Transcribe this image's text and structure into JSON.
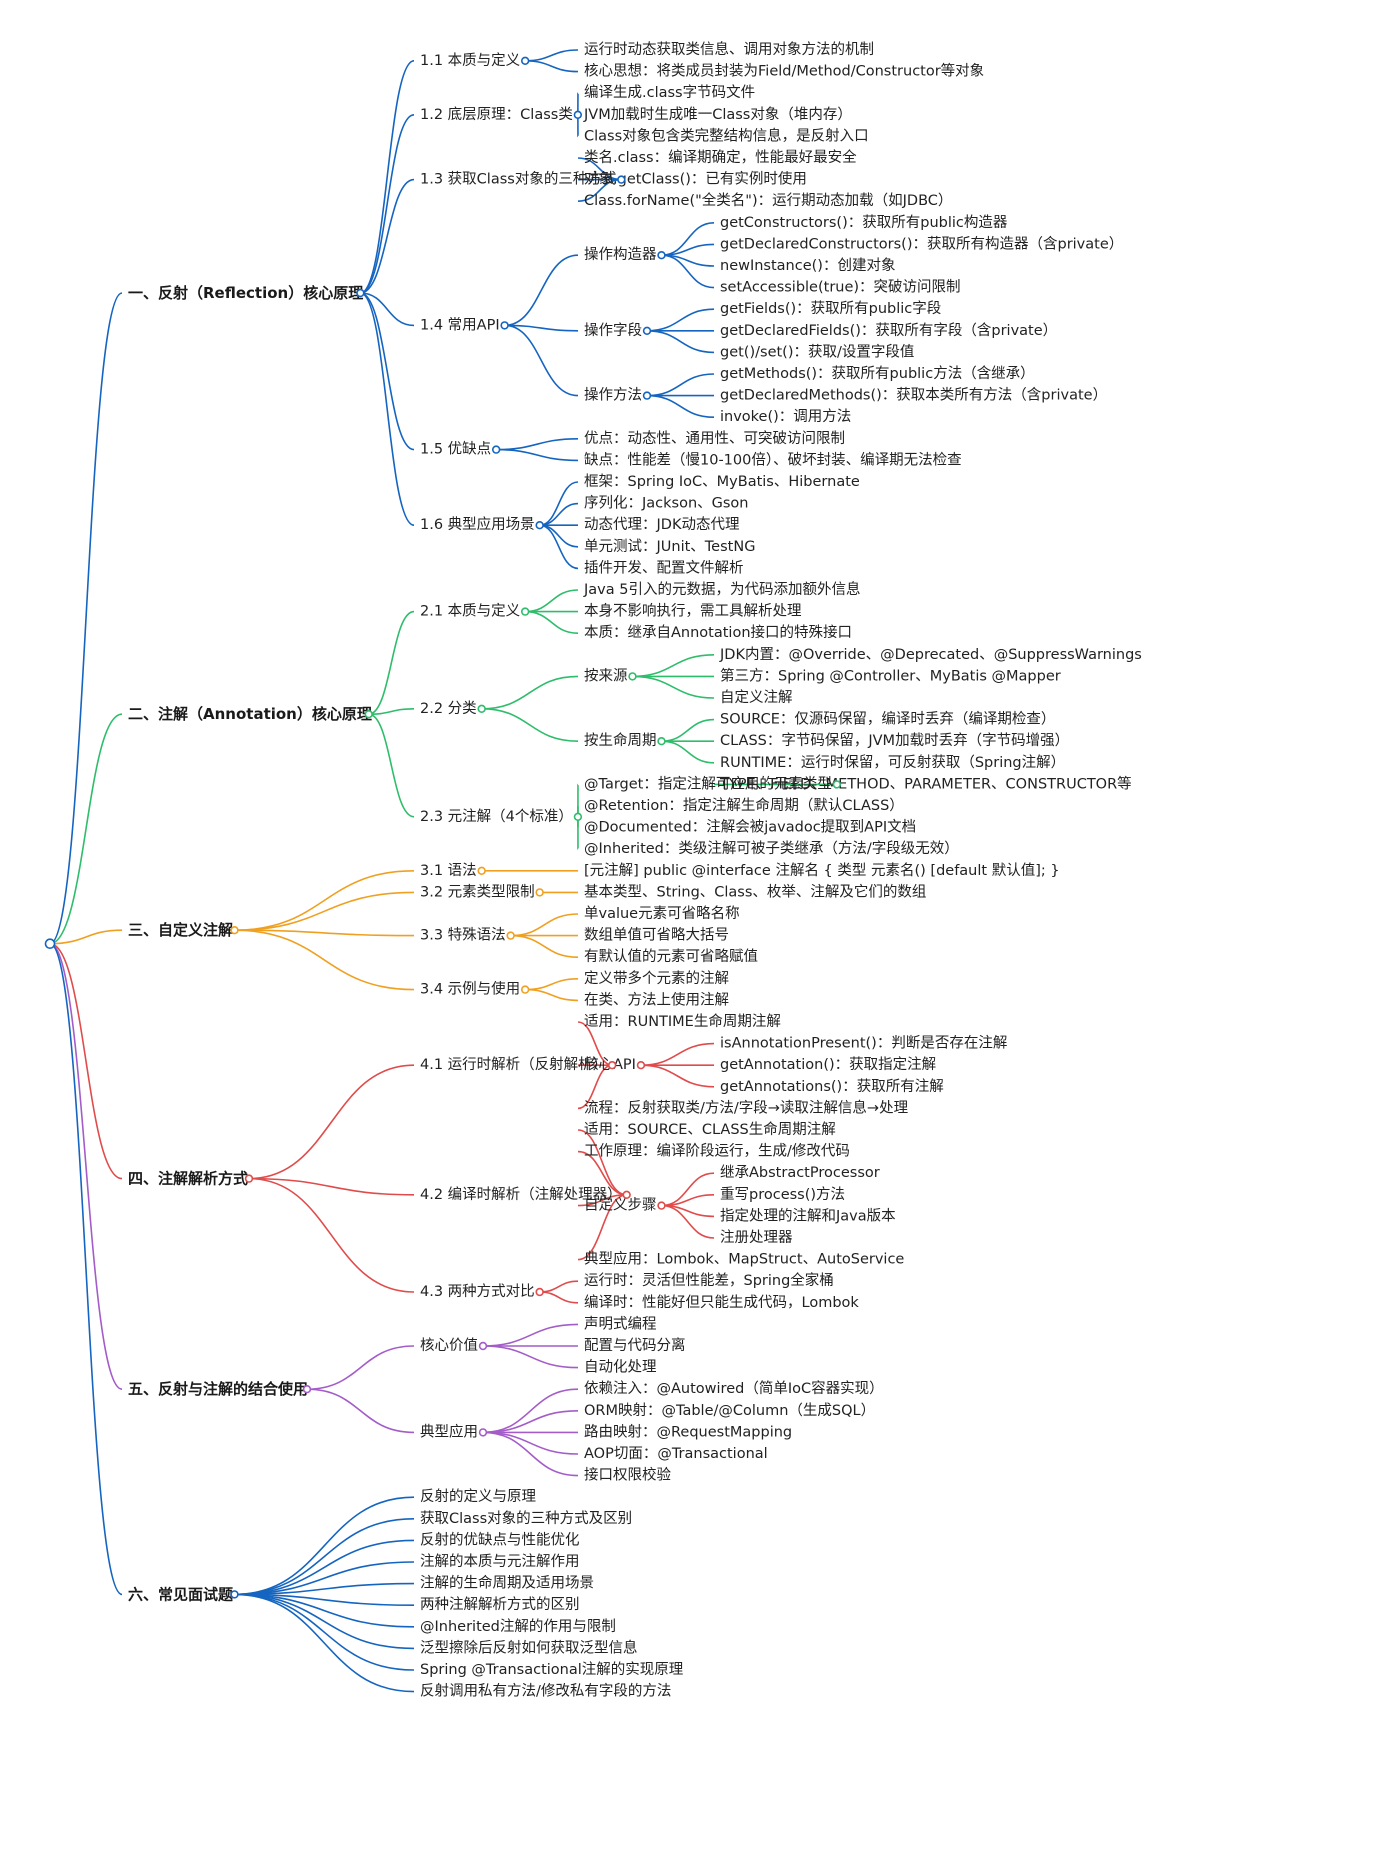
{
  "root": {
    "label": "",
    "color": "#1565c0"
  },
  "sections": [
    {
      "label": "一、反射（Reflection）核心原理",
      "color": "#1565c0",
      "children": [
        {
          "label": "1.1 本质与定义",
          "children": [
            {
              "label": "运行时动态获取类信息、调用对象方法的机制"
            },
            {
              "label": "核心思想：将类成员封装为Field/Method/Constructor等对象"
            }
          ]
        },
        {
          "label": "1.2 底层原理：Class类",
          "children": [
            {
              "label": "编译生成.class字节码文件"
            },
            {
              "label": "JVM加载时生成唯一Class对象（堆内存）"
            },
            {
              "label": "Class对象包含类完整结构信息，是反射入口"
            }
          ]
        },
        {
          "label": "1.3 获取Class对象的三种方式",
          "children": [
            {
              "label": "类名.class：编译期确定，性能最好最安全"
            },
            {
              "label": "对象.getClass()：已有实例时使用"
            },
            {
              "label": "Class.forName(\"全类名\")：运行期动态加载（如JDBC）"
            }
          ]
        },
        {
          "label": "1.4 常用API",
          "children": [
            {
              "label": "操作构造器",
              "children": [
                {
                  "label": "getConstructors()：获取所有public构造器"
                },
                {
                  "label": "getDeclaredConstructors()：获取所有构造器（含private）"
                },
                {
                  "label": "newInstance()：创建对象"
                },
                {
                  "label": "setAccessible(true)：突破访问限制"
                }
              ]
            },
            {
              "label": "操作字段",
              "children": [
                {
                  "label": "getFields()：获取所有public字段"
                },
                {
                  "label": "getDeclaredFields()：获取所有字段（含private）"
                },
                {
                  "label": "get()/set()：获取/设置字段值"
                }
              ]
            },
            {
              "label": "操作方法",
              "children": [
                {
                  "label": "getMethods()：获取所有public方法（含继承）"
                },
                {
                  "label": "getDeclaredMethods()：获取本类所有方法（含private）"
                },
                {
                  "label": "invoke()：调用方法"
                }
              ]
            }
          ]
        },
        {
          "label": "1.5 优缺点",
          "children": [
            {
              "label": "优点：动态性、通用性、可突破访问限制"
            },
            {
              "label": "缺点：性能差（慢10-100倍）、破坏封装、编译期无法检查"
            }
          ]
        },
        {
          "label": "1.6 典型应用场景",
          "children": [
            {
              "label": "框架：Spring IoC、MyBatis、Hibernate"
            },
            {
              "label": "序列化：Jackson、Gson"
            },
            {
              "label": "动态代理：JDK动态代理"
            },
            {
              "label": "单元测试：JUnit、TestNG"
            },
            {
              "label": "插件开发、配置文件解析"
            }
          ]
        }
      ]
    },
    {
      "label": "二、注解（Annotation）核心原理",
      "color": "#2ebd6b",
      "children": [
        {
          "label": "2.1 本质与定义",
          "children": [
            {
              "label": "Java 5引入的元数据，为代码添加额外信息"
            },
            {
              "label": "本身不影响执行，需工具解析处理"
            },
            {
              "label": "本质：继承自Annotation接口的特殊接口"
            }
          ]
        },
        {
          "label": "2.2 分类",
          "children": [
            {
              "label": "按来源",
              "children": [
                {
                  "label": "JDK内置：@Override、@Deprecated、@SuppressWarnings"
                },
                {
                  "label": "第三方：Spring @Controller、MyBatis @Mapper"
                },
                {
                  "label": "自定义注解"
                }
              ]
            },
            {
              "label": "按生命周期",
              "children": [
                {
                  "label": "SOURCE：仅源码保留，编译时丢弃（编译期检查）"
                },
                {
                  "label": "CLASS：字节码保留，JVM加载时丢弃（字节码增强）"
                },
                {
                  "label": "RUNTIME：运行时保留，可反射获取（Spring注解）"
                }
              ]
            }
          ]
        },
        {
          "label": "2.3 元注解（4个标准）",
          "children": [
            {
              "label": "@Target：指定注解可应用的元素类型",
              "children": [
                {
                  "label": "TYPE、FIELD、METHOD、PARAMETER、CONSTRUCTOR等"
                }
              ]
            },
            {
              "label": "@Retention：指定注解生命周期（默认CLASS）"
            },
            {
              "label": "@Documented：注解会被javadoc提取到API文档"
            },
            {
              "label": "@Inherited：类级注解可被子类继承（方法/字段级无效）"
            }
          ]
        }
      ]
    },
    {
      "label": "三、自定义注解",
      "color": "#f0a020",
      "children": [
        {
          "label": "3.1 语法",
          "children": [
            {
              "label": "[元注解] public @interface 注解名 { 类型 元素名() [default 默认值]; }"
            }
          ]
        },
        {
          "label": "3.2 元素类型限制",
          "children": [
            {
              "label": "基本类型、String、Class、枚举、注解及它们的数组"
            }
          ]
        },
        {
          "label": "3.3 特殊语法",
          "children": [
            {
              "label": "单value元素可省略名称"
            },
            {
              "label": "数组单值可省略大括号"
            },
            {
              "label": "有默认值的元素可省略赋值"
            }
          ]
        },
        {
          "label": "3.4 示例与使用",
          "children": [
            {
              "label": "定义带多个元素的注解"
            },
            {
              "label": "在类、方法上使用注解"
            }
          ]
        }
      ]
    },
    {
      "label": "四、注解解析方式",
      "color": "#e04b4b",
      "children": [
        {
          "label": "4.1 运行时解析（反射解析）",
          "children": [
            {
              "label": "适用：RUNTIME生命周期注解"
            },
            {
              "label": "核心API",
              "children": [
                {
                  "label": "isAnnotationPresent()：判断是否存在注解"
                },
                {
                  "label": "getAnnotation()：获取指定注解"
                },
                {
                  "label": "getAnnotations()：获取所有注解"
                }
              ]
            },
            {
              "label": "流程：反射获取类/方法/字段→读取注解信息→处理"
            }
          ]
        },
        {
          "label": "4.2 编译时解析（注解处理器）",
          "children": [
            {
              "label": "适用：SOURCE、CLASS生命周期注解"
            },
            {
              "label": "工作原理：编译阶段运行，生成/修改代码"
            },
            {
              "label": "自定义步骤",
              "children": [
                {
                  "label": "继承AbstractProcessor"
                },
                {
                  "label": "重写process()方法"
                },
                {
                  "label": "指定处理的注解和Java版本"
                },
                {
                  "label": "注册处理器"
                }
              ]
            },
            {
              "label": "典型应用：Lombok、MapStruct、AutoService"
            }
          ]
        },
        {
          "label": "4.3 两种方式对比",
          "children": [
            {
              "label": "运行时：灵活但性能差，Spring全家桶"
            },
            {
              "label": "编译时：性能好但只能生成代码，Lombok"
            }
          ]
        }
      ]
    },
    {
      "label": "五、反射与注解的结合使用",
      "color": "#a45cc9",
      "children": [
        {
          "label": "核心价值",
          "children": [
            {
              "label": "声明式编程"
            },
            {
              "label": "配置与代码分离"
            },
            {
              "label": "自动化处理"
            }
          ]
        },
        {
          "label": "典型应用",
          "children": [
            {
              "label": "依赖注入：@Autowired（简单IoC容器实现）"
            },
            {
              "label": "ORM映射：@Table/@Column（生成SQL）"
            },
            {
              "label": "路由映射：@RequestMapping"
            },
            {
              "label": "AOP切面：@Transactional"
            },
            {
              "label": "接口权限校验"
            }
          ]
        }
      ]
    },
    {
      "label": "六、常见面试题",
      "color": "#1565c0",
      "children": [
        {
          "label": "反射的定义与原理"
        },
        {
          "label": "获取Class对象的三种方式及区别"
        },
        {
          "label": "反射的优缺点与性能优化"
        },
        {
          "label": "注解的本质与元注解作用"
        },
        {
          "label": "注解的生命周期及适用场景"
        },
        {
          "label": "两种注解解析方式的区别"
        },
        {
          "label": "@Inherited注解的作用与限制"
        },
        {
          "label": "泛型擦除后反射如何获取泛型信息"
        },
        {
          "label": "Spring @Transactional注解的实现原理"
        },
        {
          "label": "反射调用私有方法/修改私有字段的方法"
        }
      ]
    }
  ]
}
